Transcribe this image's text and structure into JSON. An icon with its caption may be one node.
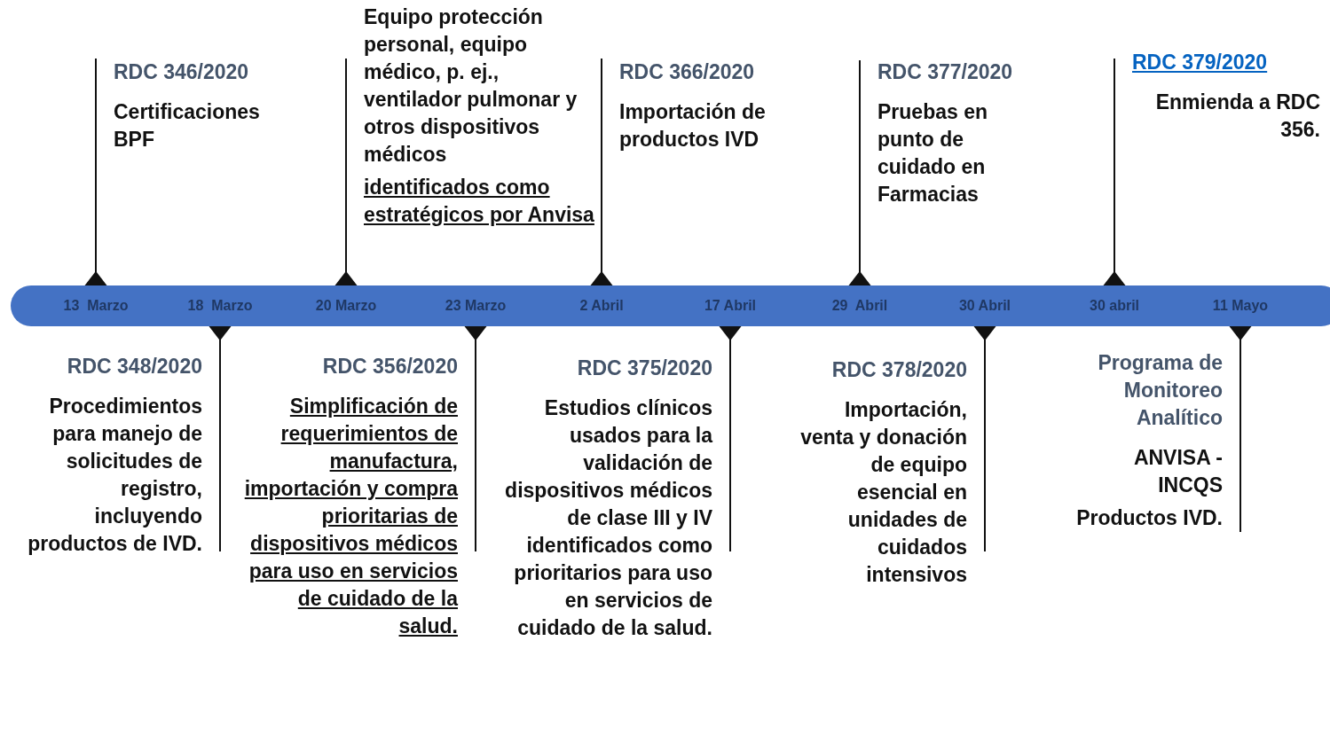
{
  "diagram": {
    "nodes": [
      {
        "text": [],
        "shape": "bar"
      },
      {
        "text": [
          "13  Marzo"
        ],
        "in": 0
      },
      {
        "text": [
          "18  Marzo"
        ],
        "in": 0
      },
      {
        "text": [
          "20 Marzo"
        ],
        "in": 0
      },
      {
        "text": [
          "23 Marzo"
        ],
        "in": 0
      },
      {
        "text": [
          "2 Abril"
        ],
        "in": 0
      },
      {
        "text": [
          "17 Abril"
        ],
        "in": 0
      },
      {
        "text": [
          "29  Abril"
        ],
        "in": 0
      },
      {
        "text": [
          "30 Abril"
        ],
        "in": 0
      },
      {
        "text": [
          "30 abril"
        ],
        "in": 0
      },
      {
        "text": [
          "11 Mayo"
        ],
        "in": 0
      },
      {
        "text": [
          "RDC 346/2020",
          "Certificaciones BPF"
        ]
      },
      {
        "text": [
          "RDC 348/2020",
          "Procedimientos para manejo de solicitudes de registro, incluyendo productos de IVD."
        ]
      },
      {
        "text": [
          "Equipo protección personal, equipo médico, p. ej., ventilador pulmonar y otros dispositivos médicos",
          "identificados como estratégicos por Anvisa"
        ]
      },
      {
        "text": [
          "RDC 356/2020",
          "Simplificación de requerimientos de manufactura, importación y compra prioritarias de dispositivos médicos para uso en servicios de cuidado de la salud."
        ]
      },
      {
        "text": [
          "RDC 366/2020",
          "Importación de productos IVD"
        ]
      },
      {
        "text": [
          "RDC 375/2020",
          "Estudios clínicos usados para la validación de dispositivos médicos de clase III y IV identificados como prioritarios para uso en servicios de cuidado de la salud."
        ]
      },
      {
        "text": [
          "RDC 377/2020",
          "Pruebas en punto de cuidado en Farmacias"
        ]
      },
      {
        "text": [
          "RDC 378/2020",
          "Importación, venta y donación de equipo esencial en unidades de cuidados intensivos"
        ]
      },
      {
        "text": [
          "RDC 379/2020",
          "Enmienda a RDC 356."
        ]
      },
      {
        "text": [
          "Programa de Monitoreo Analítico",
          "ANVISA  - INCQS",
          "Productos IVD."
        ]
      }
    ],
    "edges": [
      {
        "from": 11,
        "to": 1,
        "arrow": "other"
      },
      {
        "from": 12,
        "to": 2,
        "arrow": "other"
      },
      {
        "from": 13,
        "to": 3,
        "arrow": "other"
      },
      {
        "from": 14,
        "to": 4,
        "arrow": "other"
      },
      {
        "from": 15,
        "to": 5,
        "arrow": "other"
      },
      {
        "from": 16,
        "to": 6,
        "arrow": "other"
      },
      {
        "from": 17,
        "to": 7,
        "arrow": "other"
      },
      {
        "from": 18,
        "to": 8,
        "arrow": "other"
      },
      {
        "from": 19,
        "to": 9,
        "arrow": "other"
      },
      {
        "from": 20,
        "to": 10,
        "arrow": "other"
      }
    ]
  }
}
